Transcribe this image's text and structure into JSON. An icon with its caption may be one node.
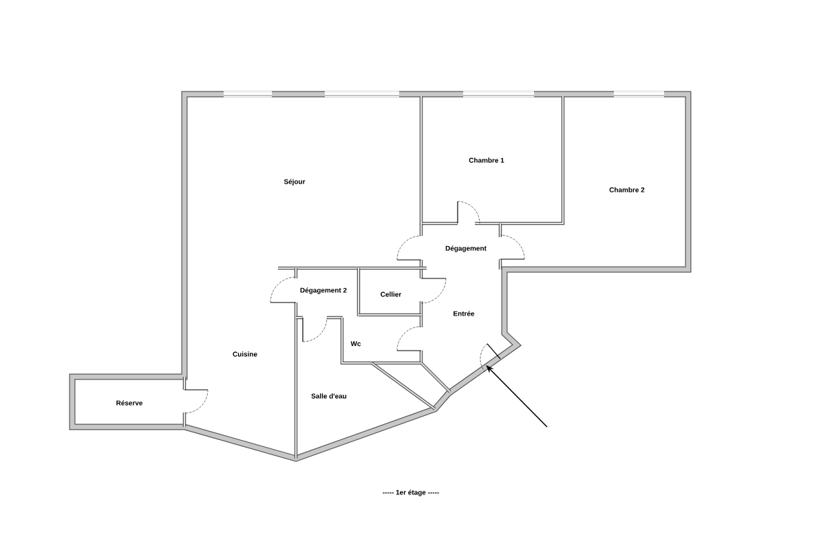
{
  "diagram": {
    "caption": "----- 1er étage -----",
    "labels": [
      "Séjour",
      "Chambre 1",
      "Chambre 2",
      "Dégagement",
      "Dégagement 2",
      "Cellier",
      "Entrée",
      "Wc",
      "Cuisine",
      "Réserve",
      "Salle d'eau"
    ]
  }
}
